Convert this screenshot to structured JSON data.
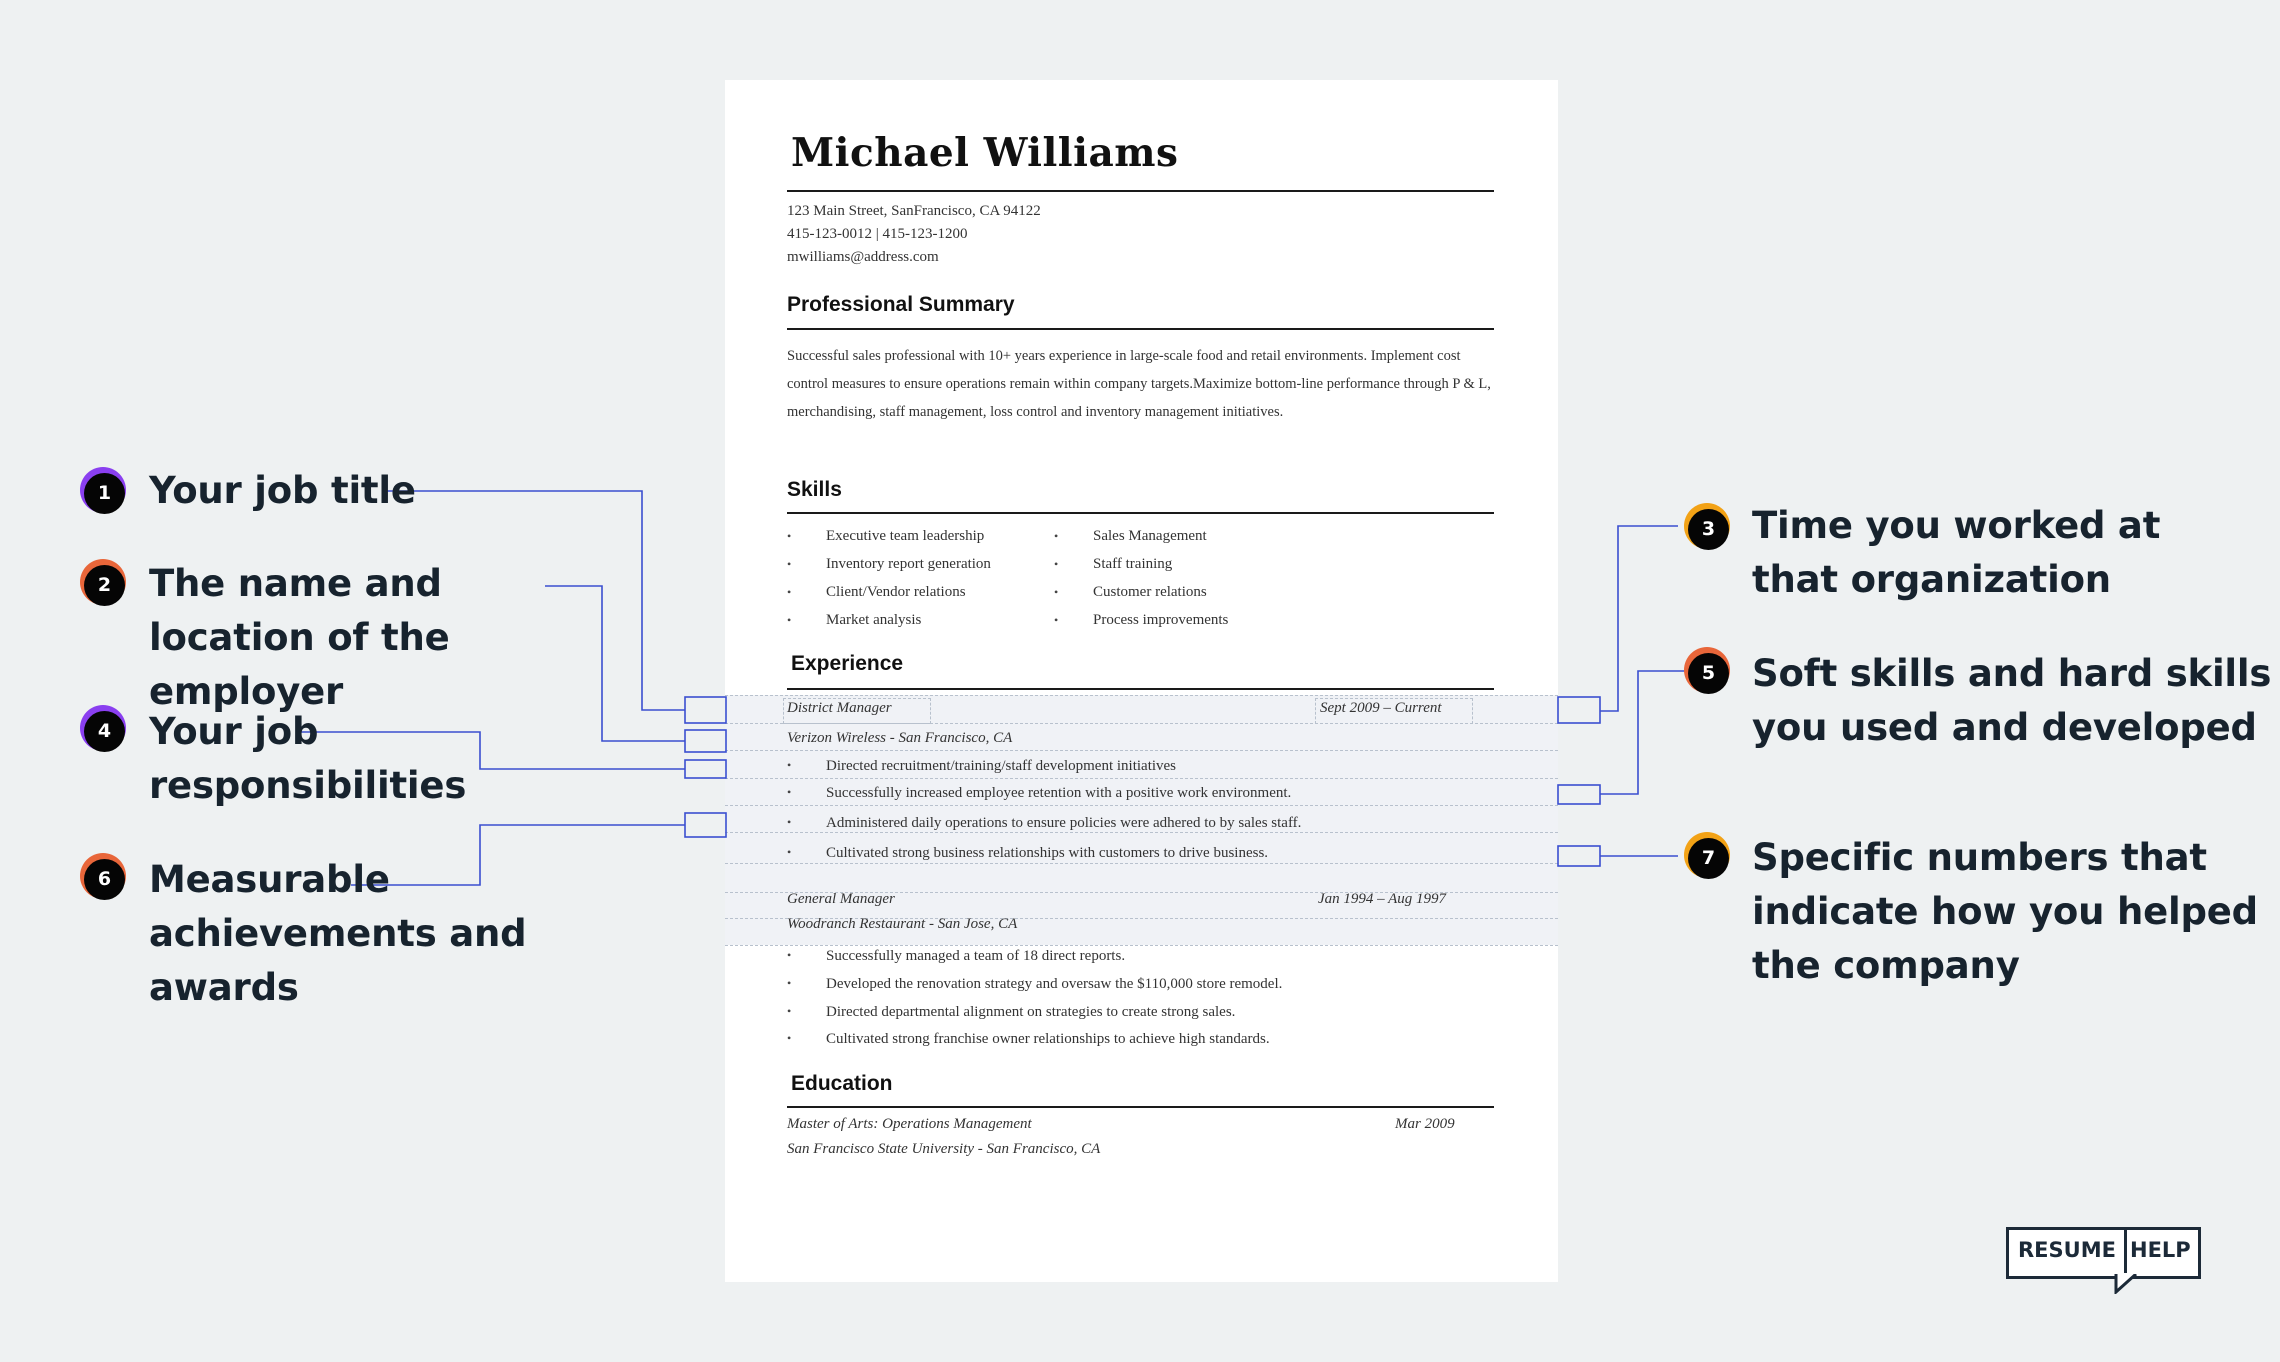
{
  "resume": {
    "name": "Michael Williams",
    "contact": {
      "address": "123 Main Street, SanFrancisco, CA 94122",
      "phones": "415-123-0012 | 415-123-1200",
      "email": "mwilliams@address.com"
    },
    "summary": {
      "heading": "Professional  Summary",
      "text": "Successful sales professional with 10+ years experience in large-scale food and retail environments. Implement cost control measures to ensure operations remain within company targets.Maximize bottom-line performance through P & L, merchandising, staff management, loss control and inventory management initiatives."
    },
    "skills": {
      "heading": "Skills",
      "bullet": "•",
      "col1": [
        "Executive team leadership",
        "Inventory report generation",
        "Client/Vendor relations",
        "Market analysis"
      ],
      "col2": [
        "Sales Management",
        "Staff training",
        "Customer relations",
        "Process improvements"
      ]
    },
    "experience": {
      "heading": "Experience",
      "jobs": [
        {
          "title": "District Manager",
          "dates": "Sept 2009 – Current",
          "employer": "Verizon Wireless - San Francisco, CA",
          "bullets": [
            "Directed recruitment/training/staff development initiatives",
            "Successfully increased employee retention with a positive work environment.",
            "Administered daily operations to ensure policies were adhered to by sales staff.",
            "Cultivated strong business relationships with customers to drive business."
          ]
        },
        {
          "title": "General Manager",
          "dates": "Jan 1994 – Aug 1997",
          "employer": "Woodranch Restaurant - San Jose, CA",
          "bullets": [
            "Successfully managed a team of 18 direct reports.",
            "Developed the renovation strategy and oversaw the $110,000 store remodel.",
            "Directed departmental alignment on strategies to create strong sales.",
            "Cultivated strong franchise owner relationships to achieve high standards."
          ]
        }
      ]
    },
    "education": {
      "heading": "Education",
      "degree": "Master of Arts: Operations Management",
      "date": "Mar 2009",
      "school": "San Francisco State University - San Francisco, CA"
    }
  },
  "callouts": [
    {
      "number": "1",
      "lines": [
        "Your job title"
      ],
      "ring_color": "#8a3ff0"
    },
    {
      "number": "2",
      "lines": [
        "The name and",
        "location of the",
        "employer"
      ],
      "ring_color": "#e8663a"
    },
    {
      "number": "3",
      "lines": [
        "Time you worked at",
        "that organization"
      ],
      "ring_color": "#f2a216"
    },
    {
      "number": "4",
      "lines": [
        "Your job",
        "responsibilities"
      ],
      "ring_color": "#8a3ff0"
    },
    {
      "number": "5",
      "lines": [
        "Soft skills and hard skills",
        "you used and developed"
      ],
      "ring_color": "#e8663a"
    },
    {
      "number": "6",
      "lines": [
        "Measurable",
        "achievements and",
        "awards"
      ],
      "ring_color": "#e8663a"
    },
    {
      "number": "7",
      "lines": [
        "Specific numbers that",
        "indicate how you helped",
        "the company"
      ],
      "ring_color": "#f2a216"
    }
  ],
  "logo": {
    "left": "RESUME",
    "right": "HELP"
  },
  "colors": {
    "connector": "#3a4fd0",
    "background": "#eef1f2",
    "text": "#17232e"
  }
}
